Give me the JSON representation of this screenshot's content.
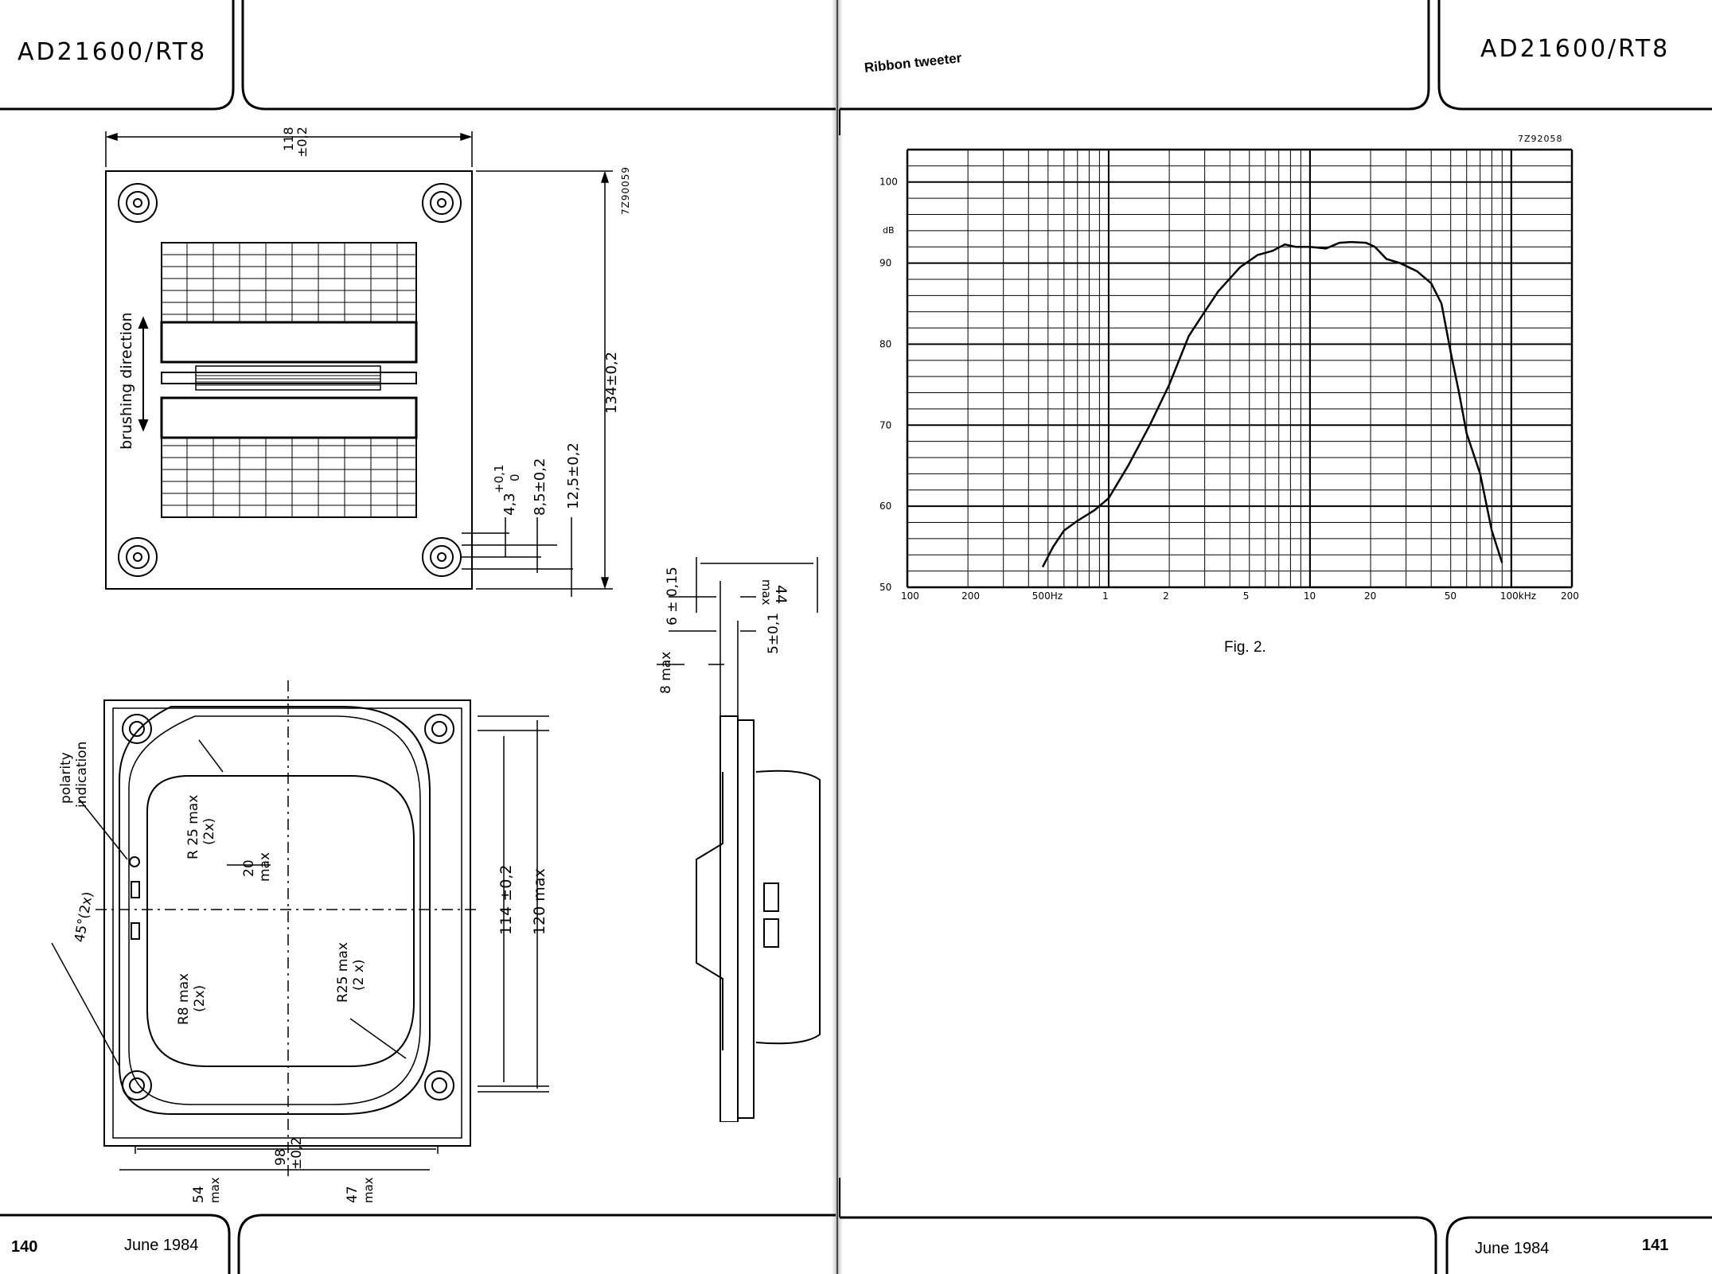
{
  "left_page": {
    "model": "AD21600/RT8",
    "page_number": "140",
    "date": "June 1984",
    "top_view": {
      "code": "7Z90059",
      "brushing_label": "brushing direction",
      "dim_width": "118",
      "dim_width_tol": "±0,2",
      "dim_height": "134±0,2",
      "dim_a": "4,3",
      "dim_a_upper": "+0,1",
      "dim_a_lower": "0",
      "dim_b": "8,5±0,2",
      "dim_c": "12,5±0,2"
    },
    "bottom_view": {
      "polarity_label": "polarity",
      "polarity_label2": "indication",
      "angle_label": "45°(2x)",
      "r25_top": "R 25 max",
      "r25_top_x": "(2x)",
      "dim_20": "20",
      "dim_20_max": "max",
      "r8": "R8 max",
      "r8_x": "(2x)",
      "r25_bottom": "R25 max",
      "r25_bottom_x": "(2 x)",
      "dim_114": "114 ±0,2",
      "dim_120": "120 max",
      "dim_98": "98",
      "dim_98_tol": "±0,2",
      "dim_54": "54",
      "dim_54_max": "max",
      "dim_47": "47",
      "dim_47_max": "max"
    },
    "side_view": {
      "dim_44": "44",
      "dim_44_max": "max",
      "dim_6": "6 ± 0,15",
      "dim_5": "5±0,1",
      "dim_8": "8 max"
    }
  },
  "right_page": {
    "section_title": "Ribbon tweeter",
    "model": "AD21600/RT8",
    "page_number": "141",
    "date": "June 1984",
    "figure_caption": "Fig. 2.",
    "chart_code": "7Z92058"
  },
  "chart_data": {
    "type": "line",
    "title": "",
    "xlabel": "",
    "ylabel": "dB",
    "x_scale": "log",
    "xlim": [
      100,
      200000
    ],
    "ylim": [
      50,
      104
    ],
    "grid": true,
    "x_tick_labels": [
      {
        "value": 100,
        "label": "100"
      },
      {
        "value": 200,
        "label": "200"
      },
      {
        "value": 500,
        "label": "500Hz"
      },
      {
        "value": 1000,
        "label": "1"
      },
      {
        "value": 2000,
        "label": "2"
      },
      {
        "value": 5000,
        "label": "5"
      },
      {
        "value": 10000,
        "label": "10"
      },
      {
        "value": 20000,
        "label": "20"
      },
      {
        "value": 50000,
        "label": "50"
      },
      {
        "value": 100000,
        "label": "100kHz"
      },
      {
        "value": 200000,
        "label": "200"
      }
    ],
    "y_tick_labels": [
      {
        "value": 50,
        "label": "50"
      },
      {
        "value": 60,
        "label": "60"
      },
      {
        "value": 70,
        "label": "70"
      },
      {
        "value": 80,
        "label": "80"
      },
      {
        "value": 90,
        "label": "90"
      },
      {
        "value": 100,
        "label": "100"
      }
    ],
    "series": [
      {
        "x": [
          470,
          530,
          600,
          700,
          850,
          1000,
          1250,
          1600,
          2000,
          2500,
          3000,
          3500,
          4500,
          5500,
          6500,
          7500,
          8500,
          10000,
          12000,
          14000,
          16000,
          19000,
          21000,
          24000,
          28000,
          34000,
          40000,
          45000,
          50000,
          55000,
          60000,
          70000,
          80000,
          90000
        ],
        "y": [
          52.5,
          55,
          57,
          58.2,
          59.5,
          61,
          65,
          70,
          75,
          81,
          84,
          86.5,
          89.5,
          91,
          91.5,
          92.3,
          92,
          92,
          91.8,
          92.5,
          92.6,
          92.5,
          92,
          90.5,
          90,
          89,
          87.5,
          85,
          79,
          74,
          69,
          64,
          57,
          53
        ]
      }
    ]
  }
}
